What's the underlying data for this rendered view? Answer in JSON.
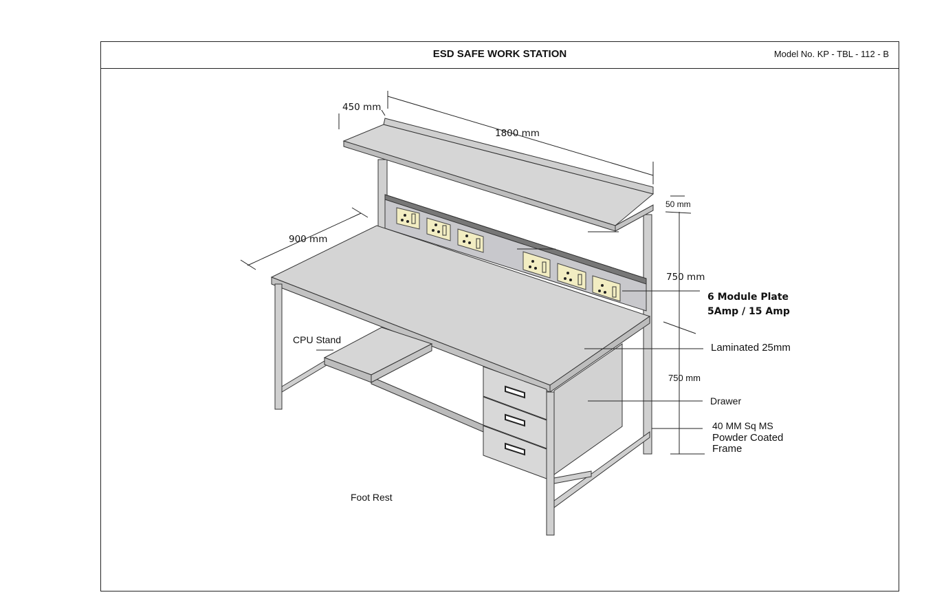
{
  "header": {
    "title": "ESD SAFE WORK STATION",
    "model": "Model No. KP - TBL - 112 - B"
  },
  "dimensions": {
    "shelf_depth": "450 mm",
    "length": "1800 mm",
    "depth": "900 mm",
    "shelf_thickness": "50 mm",
    "upper_height": "750 mm",
    "lower_height": "750 mm"
  },
  "labels": {
    "module_plate_1": "6 Module Plate",
    "module_plate_2": "5Amp / 15 Amp",
    "laminated": "Laminated 25mm",
    "drawer": "Drawer",
    "frame_1": "40 MM Sq MS",
    "frame_2": "Powder Coated",
    "frame_3": "Frame",
    "cpu_stand": "CPU Stand",
    "foot_rest": "Foot Rest"
  },
  "colors": {
    "surface": "#d4d4d4",
    "socket": "#f2edc2",
    "panel": "#c8c8cc"
  }
}
